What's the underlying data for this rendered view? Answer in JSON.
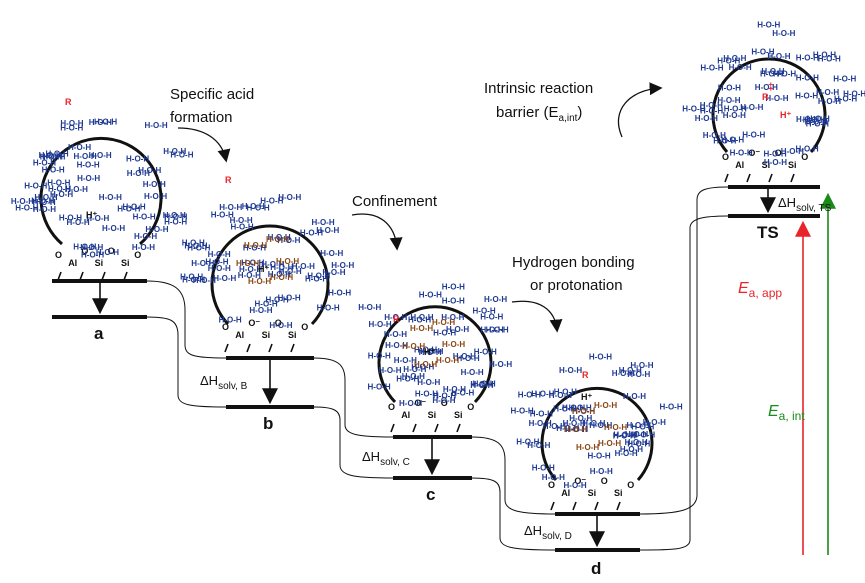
{
  "labels": {
    "step1": [
      "Specific acid",
      "formation"
    ],
    "step2": "Confinement",
    "step3": [
      "Hydrogen bonding",
      "or protonation"
    ],
    "step4": [
      "Intrinsic reaction",
      "barrier (E",
      "a,int",
      ")"
    ]
  },
  "states": [
    "a",
    "b",
    "c",
    "d",
    "TS"
  ],
  "enthalpies": {
    "b": {
      "main": "ΔH",
      "sub": "solv, B"
    },
    "c": {
      "main": "ΔH",
      "sub": "solv, C"
    },
    "d": {
      "main": "ΔH",
      "sub": "solv, D"
    },
    "ts": {
      "main": "ΔH",
      "sub": "solv, TS"
    }
  },
  "barriers": {
    "app": {
      "main": "E",
      "sub": "a, app",
      "color": "#e8232a"
    },
    "int": {
      "main": "E",
      "sub": "a, int",
      "color": "#1a8a1a"
    }
  },
  "species": {
    "water": "H-O-H",
    "proton": "H⁺",
    "reactant": "R",
    "transition_mark": "‡"
  },
  "site_atoms": [
    "O",
    "Al",
    "O⁻",
    "Si",
    "O",
    "Si",
    "O"
  ],
  "colors": {
    "water": "#1f3a93",
    "bonded_water": "#8b4513",
    "reactant": "#e8232a",
    "apparent_barrier": "#e8232a",
    "intrinsic_barrier": "#1a8a1a"
  }
}
